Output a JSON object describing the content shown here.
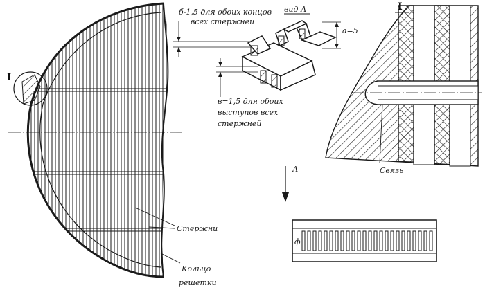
{
  "labels": {
    "callout_detail": "I",
    "view_a_title": "вид А",
    "detail_title": "I",
    "dim_b": "б-1,5 для обоих концов",
    "dim_b_line2": "всех стержней",
    "dim_a": "а=5",
    "dim_v": "в=1,5 для обоих",
    "dim_v_line2": "выступов всех",
    "dim_v_line3": "стержней",
    "arrow_a": "А",
    "bars": "Стержни",
    "ring_line1": "Кольцо",
    "ring_line2": "решетки",
    "tie": "Связь",
    "dia_symbol": "ф"
  },
  "colors": {
    "ink": "#1a1a1a",
    "paper": "#ffffff"
  }
}
